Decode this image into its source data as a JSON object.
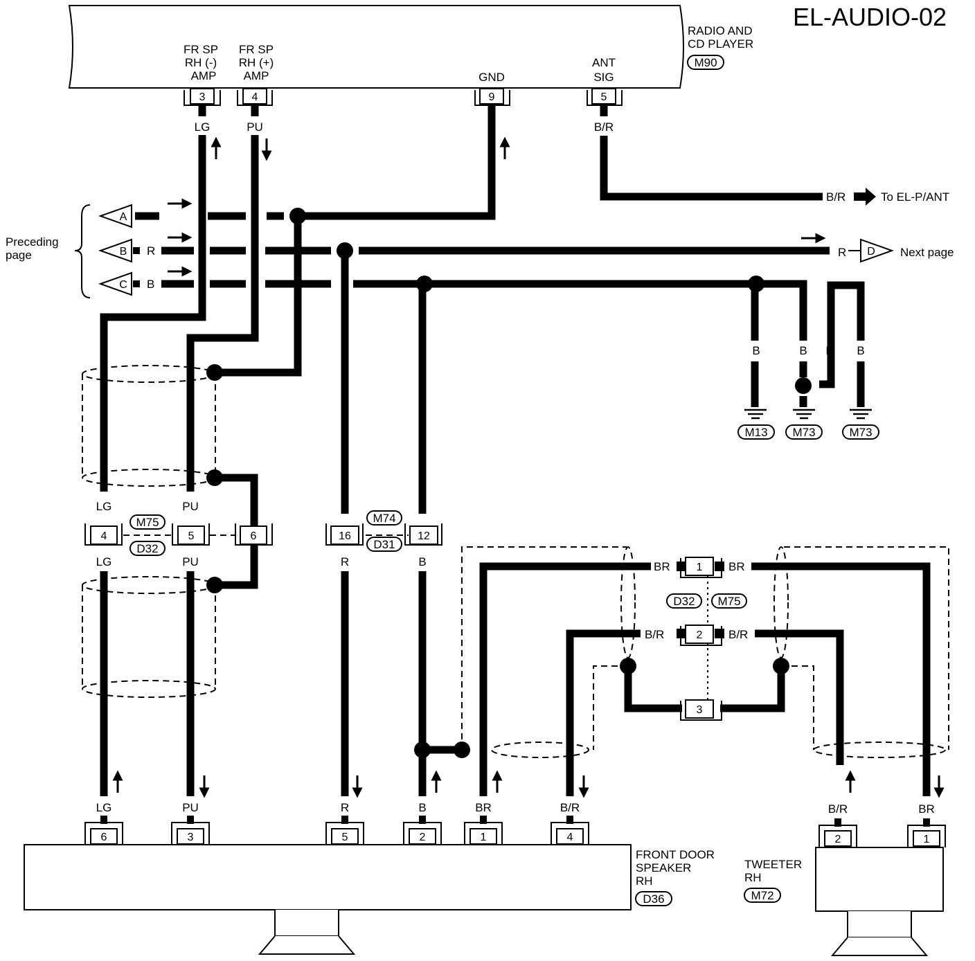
{
  "page_title": "EL-AUDIO-02",
  "radio": {
    "name_line1": "RADIO AND",
    "name_line2": "CD PLAYER",
    "connector": "M90",
    "pins": [
      {
        "num": "3",
        "l1": "FR SP",
        "l2": "RH (-)",
        "l3": "AMP",
        "wire": "LG"
      },
      {
        "num": "4",
        "l1": "FR SP",
        "l2": "RH (+)",
        "l3": "AMP",
        "wire": "PU"
      },
      {
        "num": "9",
        "l1": "GND",
        "wire": ""
      },
      {
        "num": "5",
        "l1": "ANT",
        "l2": "SIG",
        "wire": "B/R"
      }
    ]
  },
  "ant_ref": {
    "wire": "B/R",
    "text": "To EL-P/ANT"
  },
  "preceding": {
    "line1": "Preceding",
    "line2": "page",
    "markers": [
      {
        "letter": "A",
        "wire": ""
      },
      {
        "letter": "B",
        "wire": "R"
      },
      {
        "letter": "C",
        "wire": "B"
      }
    ]
  },
  "next_page": {
    "letter": "D",
    "wire": "R",
    "text": "Next page"
  },
  "grounds": {
    "wires": [
      "B",
      "B",
      "B",
      "B"
    ],
    "labels": [
      "M13",
      "M73",
      "M73"
    ]
  },
  "joint_left": {
    "top_conn": "M75",
    "bottom_conn": "D32",
    "pins": [
      "4",
      "5",
      "6"
    ],
    "wires_top": [
      "LG",
      "PU"
    ],
    "wires_bottom": [
      "LG",
      "PU"
    ]
  },
  "joint_mid": {
    "top_conn": "M74",
    "bottom_conn": "D31",
    "pins": [
      "16",
      "12"
    ],
    "wires_top": [
      "R",
      "B"
    ],
    "wires_bottom": [
      "R",
      "B"
    ]
  },
  "joint_right": {
    "conn_a": "D32",
    "conn_b": "M75",
    "pins": [
      "1",
      "2",
      "3"
    ],
    "wires": [
      "BR",
      "BR",
      "B/R",
      "B/R"
    ]
  },
  "speaker": {
    "line1": "FRONT DOOR",
    "line2": "SPEAKER",
    "line3": "RH",
    "connector": "D36",
    "pins": [
      "6",
      "3",
      "5",
      "2",
      "1",
      "4"
    ],
    "wires": [
      "LG",
      "PU",
      "R",
      "B",
      "BR",
      "B/R"
    ]
  },
  "tweeter": {
    "line1": "TWEETER",
    "line2": "RH",
    "connector": "M72",
    "pins": [
      "2",
      "1"
    ],
    "wires": [
      "B/R",
      "BR"
    ]
  }
}
